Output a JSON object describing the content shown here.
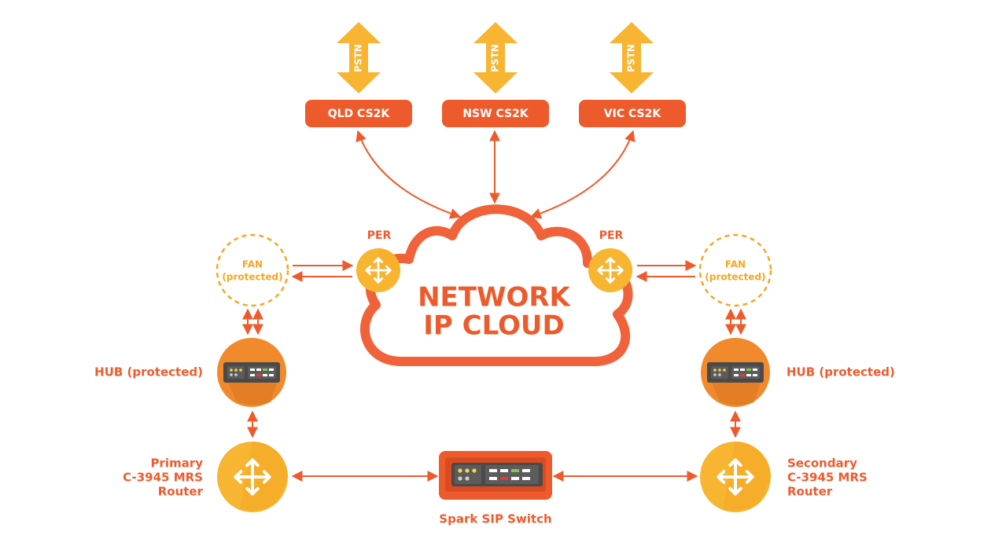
{
  "colors": {
    "orange_red": "#ed5b2d",
    "cloud_stroke": "#f0623a",
    "yellow": "#f7b531",
    "amber": "#f5a623",
    "hub_orange": "#f08a2c",
    "device_dark": "#4a4a4a"
  },
  "pstn": [
    {
      "label": "PSTN"
    },
    {
      "label": "PSTN"
    },
    {
      "label": "PSTN"
    }
  ],
  "switches": [
    {
      "label": "QLD CS2K"
    },
    {
      "label": "NSW CS2K"
    },
    {
      "label": "VIC CS2K"
    }
  ],
  "cloud": {
    "line1": "NETWORK",
    "line2": "IP CLOUD"
  },
  "per_left": {
    "label": "PER"
  },
  "per_right": {
    "label": "PER"
  },
  "fan_left": {
    "line1": "FAN",
    "line2": "(protected)"
  },
  "fan_right": {
    "line1": "FAN",
    "line2": "(protected)"
  },
  "hub_left": {
    "label": "HUB (protected)"
  },
  "hub_right": {
    "label": "HUB (protected)"
  },
  "router_left": {
    "line1": "Primary",
    "line2": "C-3945 MRS",
    "line3": "Router"
  },
  "router_right": {
    "line1": "Secondary",
    "line2": "C-3945 MRS",
    "line3": "Router"
  },
  "sip_switch": {
    "label": "Spark SIP Switch"
  },
  "icons": [
    "router-arrows-icon",
    "network-device-icon",
    "double-arrow-icon"
  ]
}
